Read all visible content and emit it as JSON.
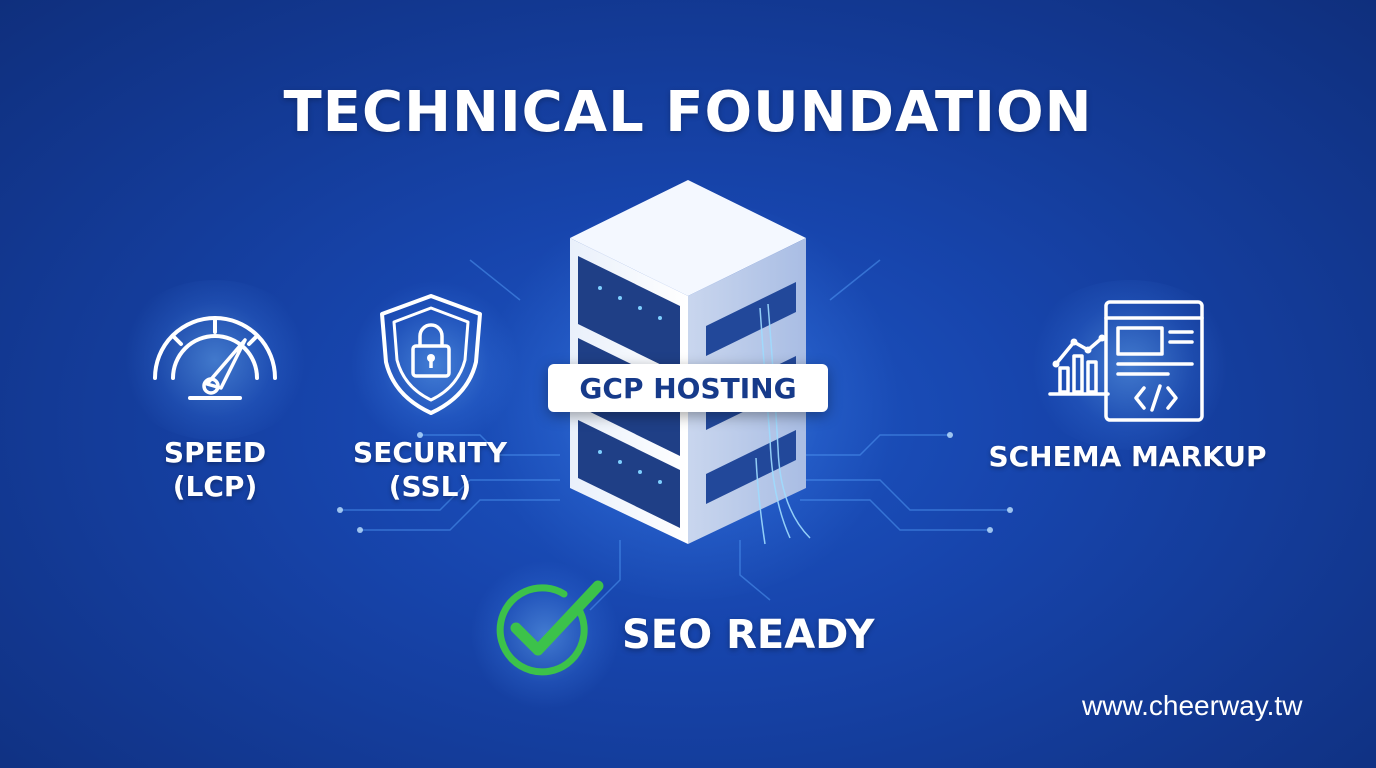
{
  "title": "TECHNICAL FOUNDATION",
  "features": {
    "speed": {
      "line1": "SPEED",
      "line2": "(LCP)",
      "icon": "speedometer-icon"
    },
    "security": {
      "line1": "SECURITY",
      "line2": "(SSL)",
      "icon": "shield-lock-icon"
    },
    "schema": {
      "label": "SCHEMA MARKUP",
      "icon": "code-document-chart-icon"
    }
  },
  "hosting": {
    "label": "GCP HOSTING",
    "icon": "server-rack-icon"
  },
  "status": {
    "label": "SEO READY",
    "icon": "checkmark-circle-icon"
  },
  "website": "www.cheerway.tw",
  "colors": {
    "background": "#1745ad",
    "accent_green": "#3cc24a",
    "badge_text": "#163a8a"
  }
}
